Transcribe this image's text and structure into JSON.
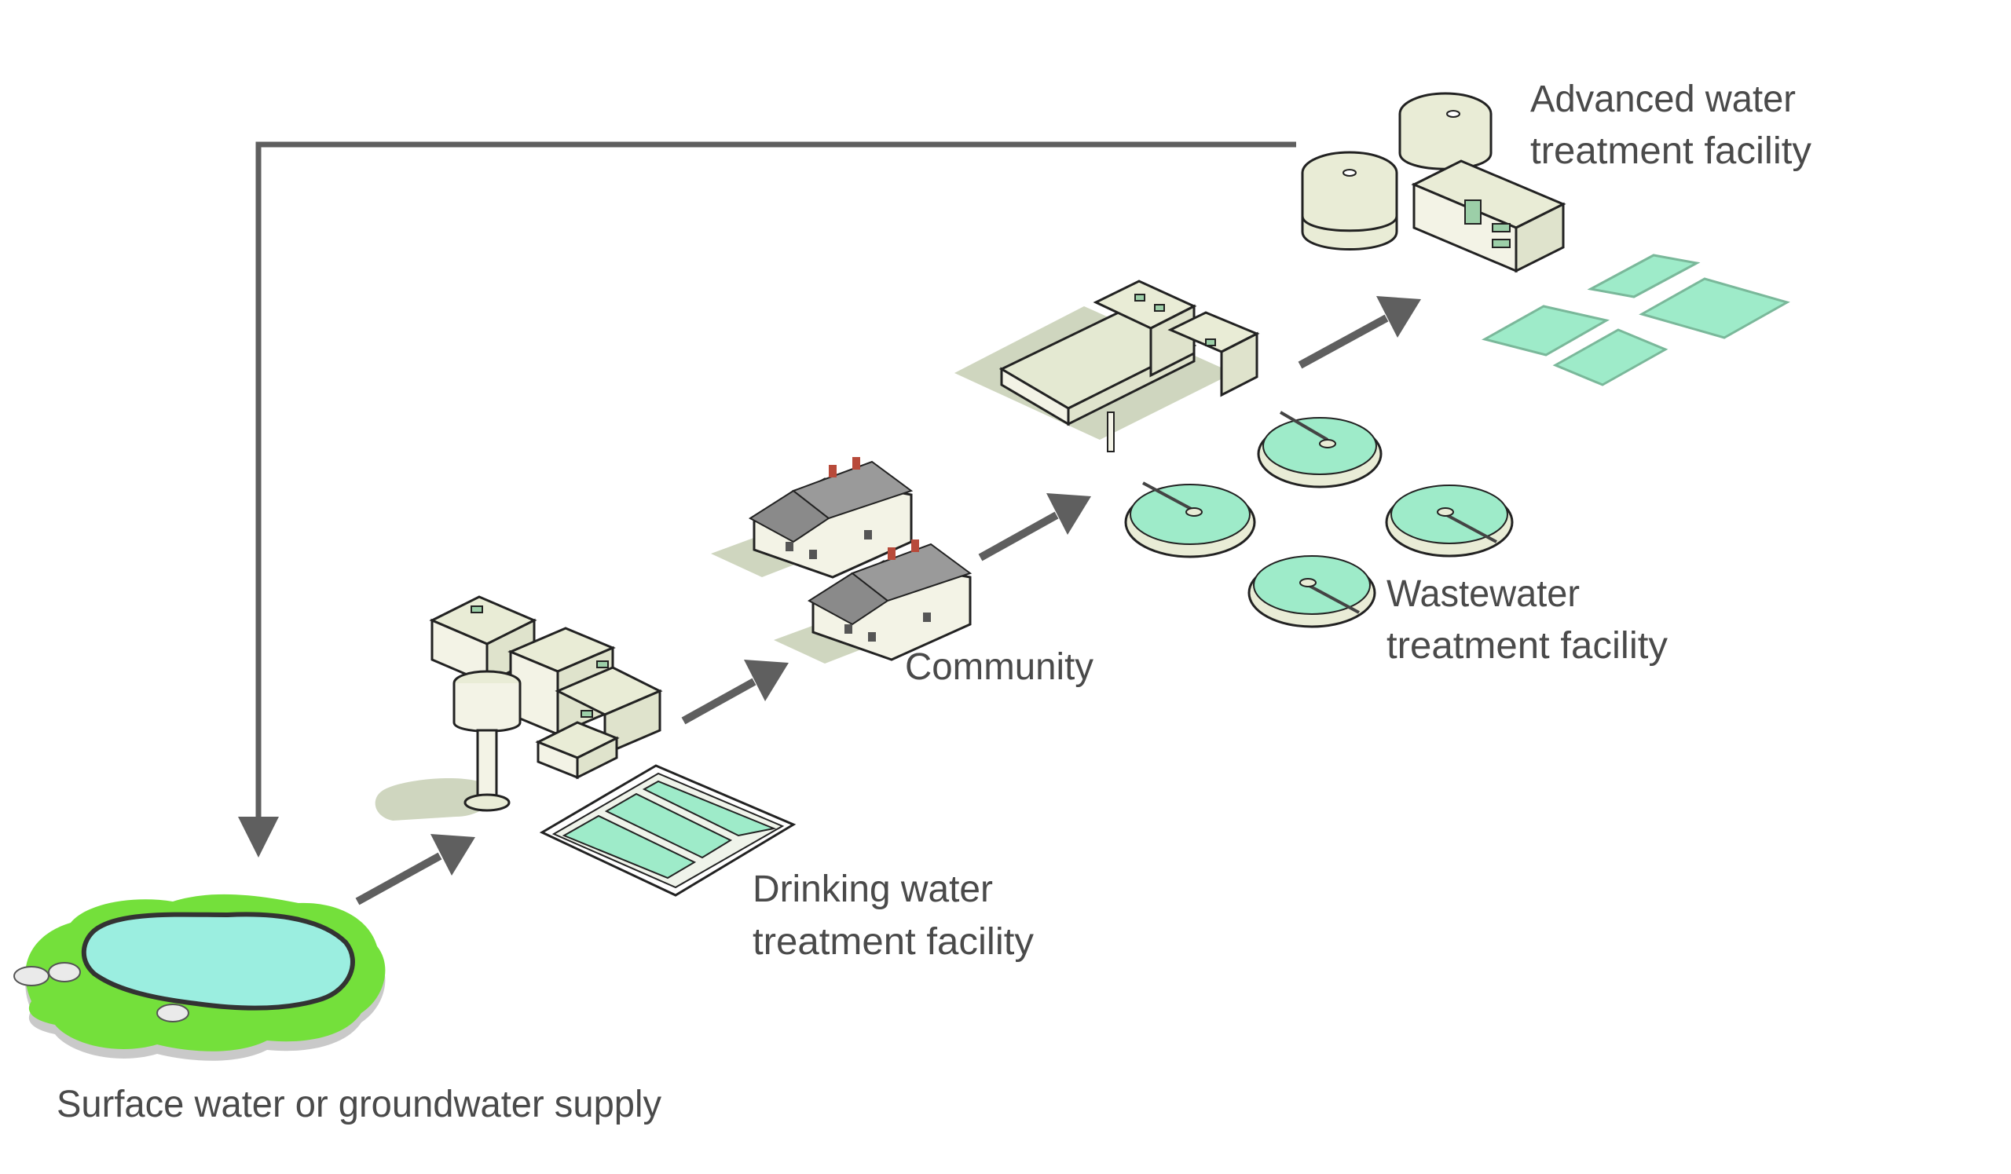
{
  "labels": {
    "source_line": "Surface water or groundwater supply",
    "drinking_line1": "Drinking water",
    "drinking_line2": "treatment facility",
    "community": "Community",
    "wastewater_line1": "Wastewater",
    "wastewater_line2": "treatment facility",
    "advanced_line1": "Advanced water",
    "advanced_line2": "treatment facility"
  },
  "colors": {
    "arrow": "#5f5f5f",
    "grass": "#74e03b",
    "water": "#9beee0",
    "tank_water": "#8fe0c2",
    "building_face": "#f3f3e6",
    "building_roof": "#e9ecd6",
    "shadow": "#cfd6bf",
    "house_roof": "#8a8a8a",
    "chimney": "#b84a3a",
    "text": "#4a4a4a"
  },
  "icons": {
    "source": "pond-icon",
    "drinking": "drinking-water-plant-icon",
    "community": "houses-icon",
    "wastewater": "wastewater-plant-icon",
    "advanced": "advanced-treatment-plant-icon"
  }
}
